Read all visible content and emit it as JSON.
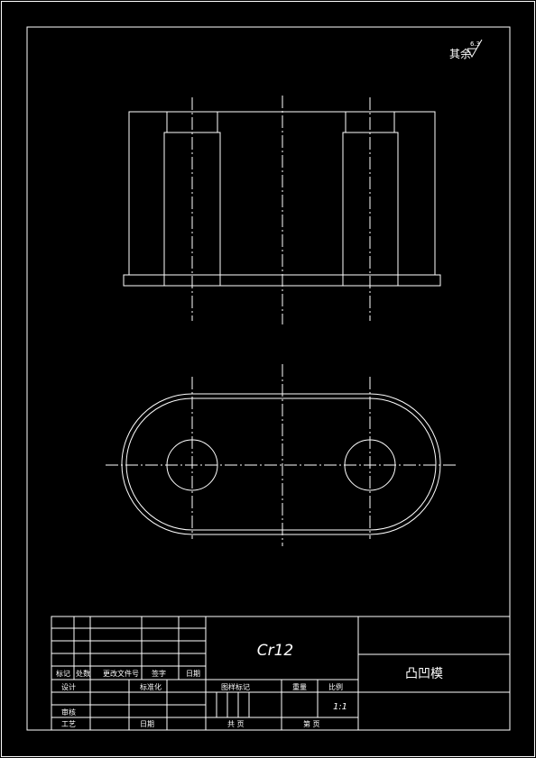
{
  "drawing": {
    "roughness_note": "其余",
    "roughness_value": "6.3",
    "material": "Cr12",
    "part_name": "凸凹模",
    "scale_value": "1:1"
  },
  "title_block": {
    "col_mark": "标记",
    "col_count": "处数",
    "col_change_doc": "更改文件号",
    "col_signature": "签字",
    "col_date": "日期",
    "designer": "设计",
    "standardize": "标准化",
    "stage_mark": "图样标记",
    "weight": "重量",
    "scale": "比例",
    "review": "审核",
    "process": "工艺",
    "date": "日期",
    "sheets_total": "共  页",
    "sheet_no": "第  页"
  }
}
